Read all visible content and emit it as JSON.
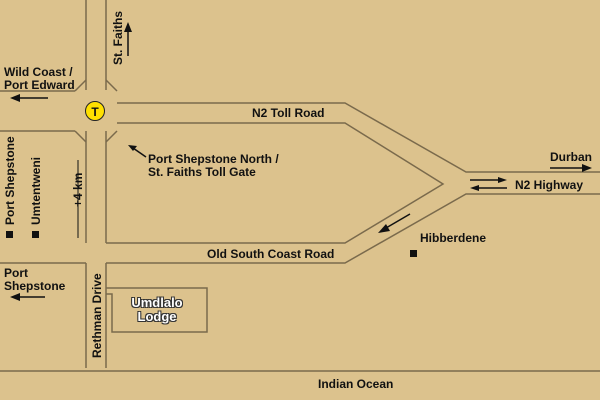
{
  "colors": {
    "background": "#dcc28d",
    "road_fill": "#dcc28d",
    "road_edge": "#7a6a4c",
    "toll_marker": "#ffe000",
    "lodge_text": "#ffffff"
  },
  "labels": {
    "st_faiths": "St. Faiths",
    "wild_coast_line1": "Wild Coast /",
    "wild_coast_line2": "Port Edward",
    "n2_toll_road": "N2 Toll Road",
    "toll_gate_line1": "Port Shepstone North /",
    "toll_gate_line2": "St. Faiths Toll Gate",
    "port_shepstone_vertical": "Port Shepstone",
    "umtentweni": "Umtentweni",
    "distance": "+4 km",
    "durban": "Durban",
    "n2_highway": "N2 Highway",
    "hibberdene": "Hibberdene",
    "old_south_coast_road": "Old South Coast Road",
    "port_shepstone_line1": "Port",
    "port_shepstone_line2": "Shepstone",
    "rethman_drive": "Rethman Drive",
    "lodge_line1": "Umdlalo",
    "lodge_line2": "Lodge",
    "indian_ocean": "Indian Ocean",
    "toll_symbol": "T"
  },
  "icons": [
    "arrow-up-icon",
    "arrow-left-icon",
    "arrow-right-icon",
    "arrow-down-left-icon",
    "arrow-up-left-icon",
    "square-point-icon",
    "toll-icon"
  ]
}
